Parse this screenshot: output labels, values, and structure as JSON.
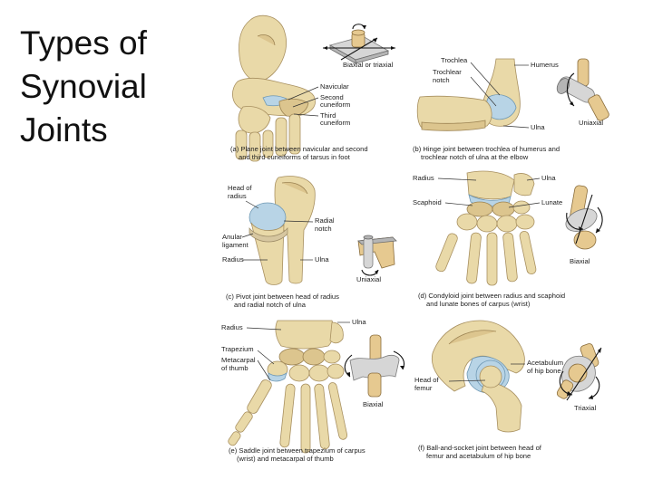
{
  "title": [
    "Types of",
    "Synovial",
    "Joints"
  ],
  "panels": {
    "a": {
      "caption": [
        "(a) Plane joint between navicular and second",
        "and third cuneiforms of tarsus in foot"
      ],
      "labels": {
        "navicular": "Navicular",
        "second": "Second",
        "cuneiform1": "cuneiform",
        "third": "Third",
        "cuneiform2": "cuneiform",
        "model": "Biaxial or triaxial"
      }
    },
    "b": {
      "caption": [
        "(b) Hinge joint between trochlea of humerus and",
        "trochlear notch of ulna at the elbow"
      ],
      "labels": {
        "trochlea": "Trochlea",
        "trochlear_notch": "Trochlear",
        "notch": "notch",
        "humerus": "Humerus",
        "ulna": "Ulna",
        "model": "Uniaxial"
      }
    },
    "c": {
      "caption": [
        "(c) Pivot joint between head of radius",
        "and radial notch of ulna"
      ],
      "labels": {
        "head_of": "Head of",
        "radius_top": "radius",
        "radial": "Radial",
        "notch": "notch",
        "anular": "Anular",
        "ligament": "ligament",
        "radius": "Radius",
        "ulna": "Ulna",
        "model": "Uniaxial"
      }
    },
    "d": {
      "caption": [
        "(d) Condyloid joint between radius and scaphoid",
        "and lunate bones of carpus (wrist)"
      ],
      "labels": {
        "radius": "Radius",
        "ulna": "Ulna",
        "scaphoid": "Scaphoid",
        "lunate": "Lunate",
        "model": "Biaxial"
      }
    },
    "e": {
      "caption": [
        "(e) Saddle joint between trapezium of carpus",
        "(wrist) and metacarpal of thumb"
      ],
      "labels": {
        "radius": "Radius",
        "ulna": "Ulna",
        "trapezium": "Trapezium",
        "metacarpal": "Metacarpal",
        "of_thumb": "of thumb",
        "model": "Biaxial"
      }
    },
    "f": {
      "caption": [
        "(f) Ball-and-socket joint between head of",
        "femur and acetabulum of hip bone"
      ],
      "labels": {
        "acetabulum": "Acetabulum",
        "of_hip_bone": "of hip bone",
        "head_of": "Head of",
        "femur": "femur",
        "model": "Triaxial"
      }
    }
  }
}
